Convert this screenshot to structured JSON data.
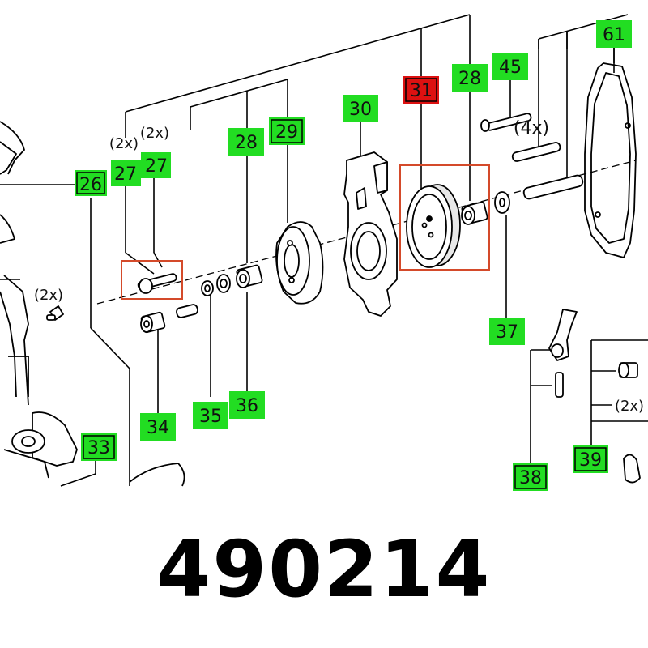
{
  "part_number": "490214",
  "labels": {
    "l26": "26",
    "l27a": "27",
    "l27b": "27",
    "l28a": "28",
    "l29": "29",
    "l30": "30",
    "l31": "31",
    "l28b": "28",
    "l45": "45",
    "l61": "61",
    "l34": "34",
    "l35": "35",
    "l36": "36",
    "l37": "37",
    "l33": "33",
    "l38": "38",
    "l39": "39"
  },
  "quantities": {
    "q27a": "(2x)",
    "q27b": "(2x)",
    "q45": "(4x)",
    "qleft": "(2x)",
    "q39": "(2x)"
  },
  "colors": {
    "label_green": "#22dd22",
    "label_highlight": "#dd1111",
    "highlight_box": "#d44a2a",
    "line": "#000000"
  }
}
